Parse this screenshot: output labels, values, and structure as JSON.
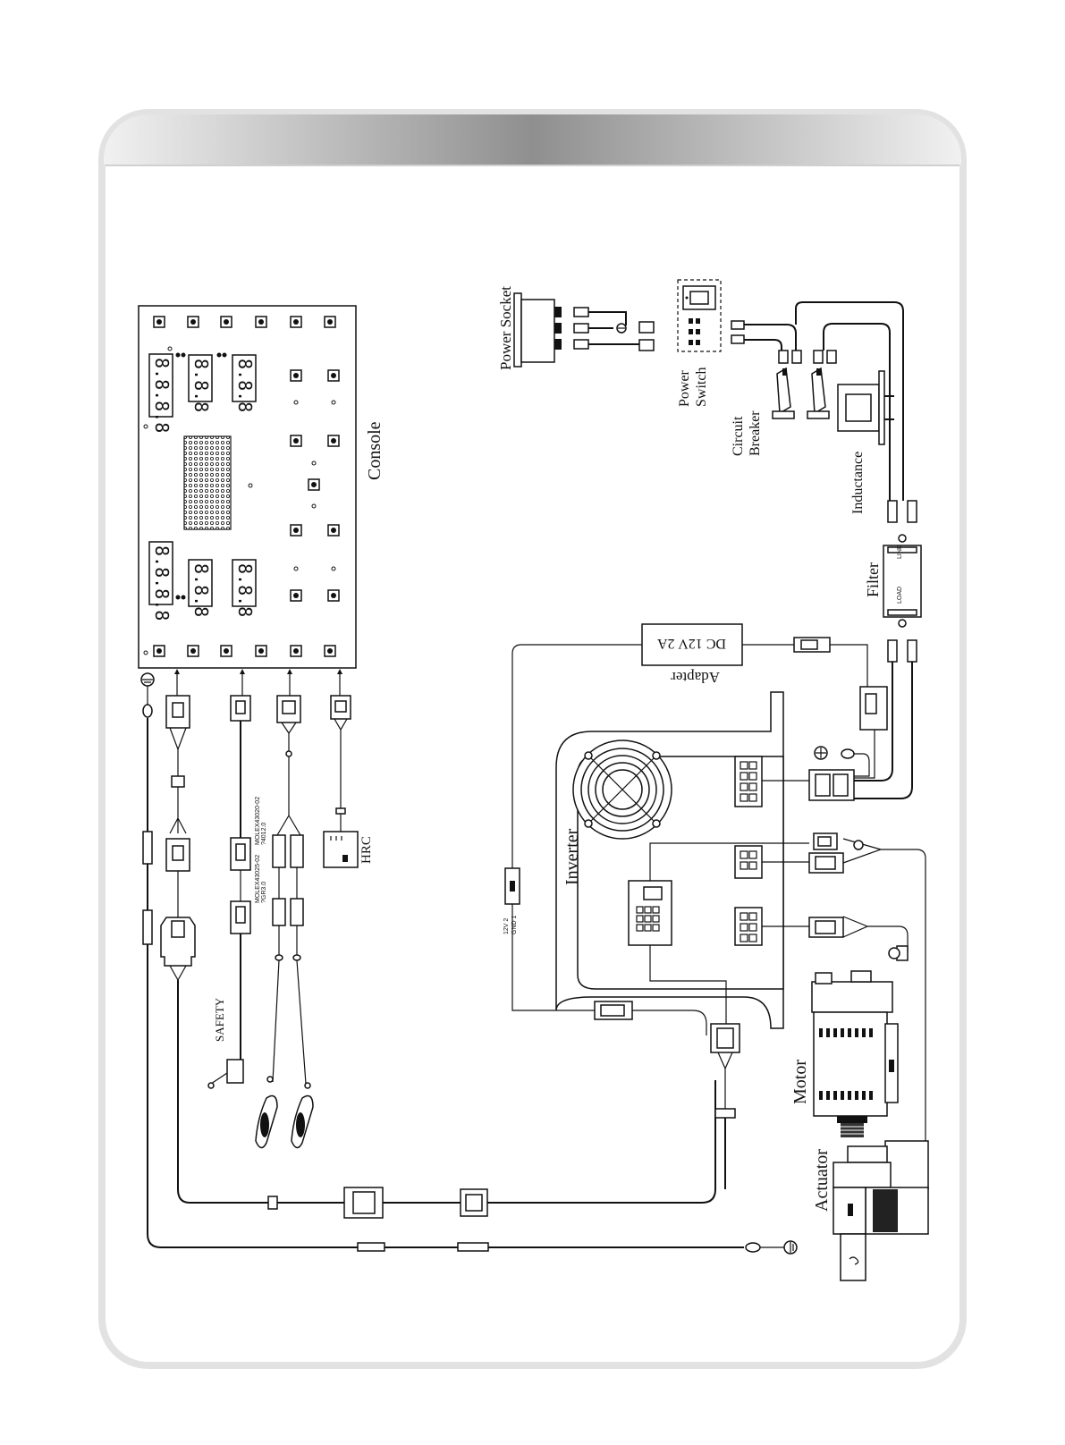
{
  "diagram": {
    "labels": {
      "console": "Console",
      "power_socket": "Power Socket",
      "power_switch": "Power\nSwitch",
      "circuit_breaker": "Circuit\nBreaker",
      "inductance": "Inductance",
      "filter": "Filter",
      "filter_line": "LINE",
      "filter_load": "LOAD",
      "adapter": "Adapter",
      "adapter_rating": "DC 12V 2A",
      "inverter": "Inverter",
      "motor": "Motor",
      "actuator": "Actuator",
      "safety": "SAFETY",
      "hrc": "HRC",
      "inverter_pins": "12V 2\nGND 1",
      "molex_a": "MOLEX43020-02\n?4012.0",
      "molex_b": "MOLEX43025-02\n?GR3.0"
    },
    "console_digits": {
      "four_digit": "8.8.8.8",
      "three_digit": "8.8.8"
    },
    "colors": {
      "header_gradient_center": "#8f8f8f",
      "header_gradient_edge": "#f2f2f2",
      "frame": "#d9d9d9",
      "line": "#111111"
    }
  }
}
